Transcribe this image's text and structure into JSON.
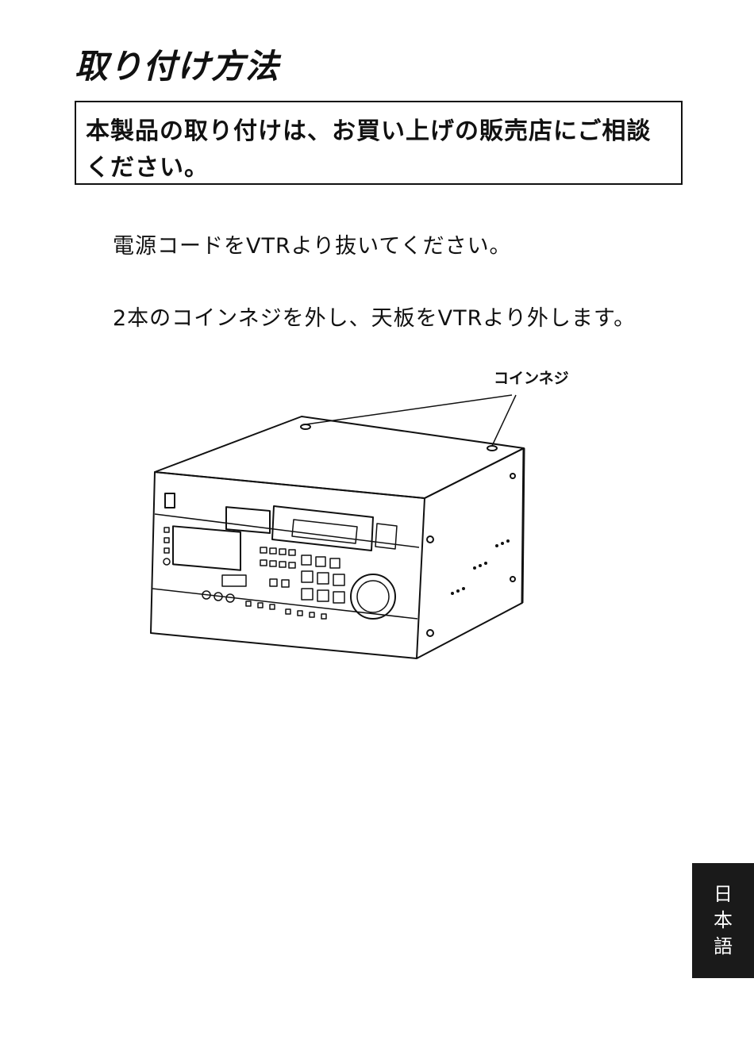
{
  "page": {
    "title": "取り付け方法",
    "notice": {
      "line1": "本製品の取り付けは、お買い上げの販売店にご相談",
      "line2": "ください。"
    },
    "steps": [
      "電源コードをVTRより抜いてください。",
      "2本のコインネジを外し、天板をVTRより外します。"
    ],
    "illustration": {
      "callout": "コインネジ"
    },
    "language_tab": [
      "日",
      "本",
      "語"
    ]
  }
}
